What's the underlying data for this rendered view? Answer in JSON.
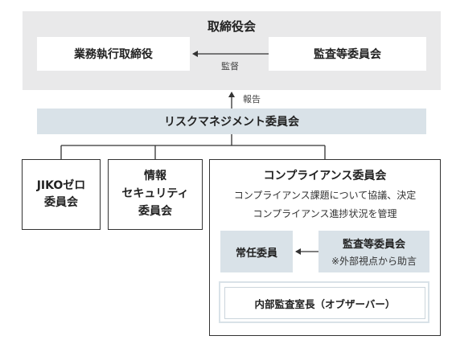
{
  "board": {
    "title": "取締役会",
    "executive": "業務執行取締役",
    "audit_committee": "監査等委員会",
    "audit_arrow_label": "監督"
  },
  "report_label": "報告",
  "risk_committee": "リスクマネジメント委員会",
  "jiko": {
    "line1": "JIKOゼロ",
    "line2": "委員会"
  },
  "infosec": {
    "line1": "情報",
    "line2": "セキュリティ",
    "line3": "委員会"
  },
  "compliance": {
    "title": "コンプライアンス委員会",
    "desc1": "コンプライアンス課題について協議、決定",
    "desc2": "コンプライアンス進捗状況を管理",
    "standing_member": "常任委員",
    "audit_committee": "監査等委員会",
    "audit_note": "※外部視点から助言",
    "internal_audit": "内部監査室長（オブザーバー）"
  },
  "colors": {
    "board_bg": "#e9e9ea",
    "accent_bg": "#d9e2e8",
    "line": "#333333"
  }
}
